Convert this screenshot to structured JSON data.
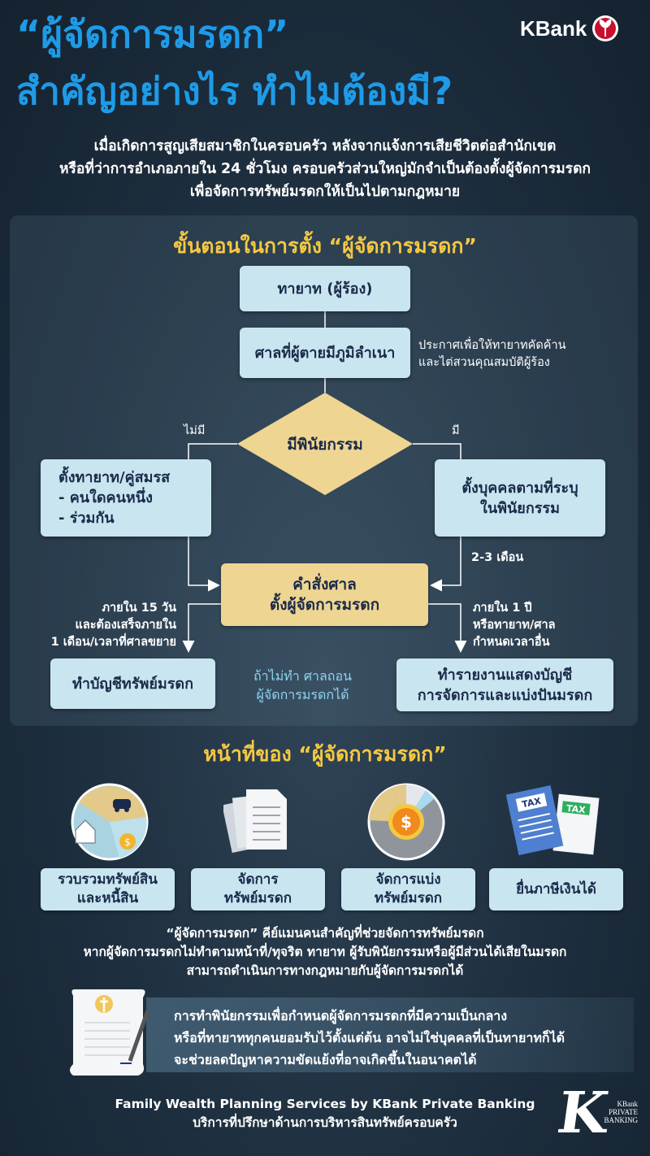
{
  "header": {
    "title_line1": "“ผู้จัดการมรดก”",
    "title_line2": "สำคัญอย่างไร ทำไมต้องมี?",
    "logo": "KBank",
    "accent": "#1e9be8"
  },
  "intro": [
    "เมื่อเกิดการสูญเสียสมาชิกในครอบครัว หลังจากแจ้งการเสียชีวิตต่อสำนักเขต",
    "หรือที่ว่าการอำเภอภายใน 24 ชั่วโมง ครอบครัวส่วนใหญ่มักจำเป็นต้องตั้งผู้จัดการมรดก",
    "เพื่อจัดการทรัพย์มรดกให้เป็นไปตามกฎหมาย"
  ],
  "process": {
    "heading": "ขั้นตอนในการตั้ง “ผู้จัดการมรดก”",
    "step1": "ทายาท (ผู้ร้อง)",
    "step2": "ศาลที่ผู้ตายมีภูมิลำเนา",
    "step2_note": [
      "ประกาศเพื่อให้ทายาทคัดค้าน",
      "และไต่สวนคุณสมบัติผู้ร้อง"
    ],
    "decision": "มีพินัยกรรม",
    "no_label": "ไม่มี",
    "yes_label": "มี",
    "left_box": {
      "title": "ตั้งทายาท/คู่สมรส",
      "items": [
        "- คนใดคนหนึ่ง",
        "- ร่วมกัน"
      ]
    },
    "right_box": [
      "ตั้งบุคคลตามที่ระบุ",
      "ในพินัยกรรม"
    ],
    "duration": "2-3 เดือน",
    "court_order": [
      "คำสั่งศาล",
      "ตั้งผู้จัดการมรดก"
    ],
    "left_note": [
      "ภายใน 15 วัน",
      "และต้องเสร็จภายใน",
      "1 เดือน/เวลาที่ศาลขยาย"
    ],
    "right_note": [
      "ภายใน 1 ปี",
      "หรือทายาท/ศาล",
      "กำหนดเวลาอื่น"
    ],
    "inventory": "ทำบัญชีทรัพย์มรดก",
    "warning": [
      "ถ้าไม่ทำ ศาลถอน",
      "ผู้จัดการมรดกได้"
    ],
    "report": [
      "ทำรายงานแสดงบัญชี",
      "การจัดการและแบ่งปันมรดก"
    ]
  },
  "duties": {
    "heading": "หน้าที่ของ “ผู้จัดการมรดก”",
    "items": [
      {
        "icon": "assets-pie-icon",
        "lines": [
          "รวบรวมทรัพย์สิน",
          "และหนี้สิน"
        ]
      },
      {
        "icon": "documents-icon",
        "lines": [
          "จัดการ",
          "ทรัพย์มรดก"
        ]
      },
      {
        "icon": "coin-pie-icon",
        "lines": [
          "จัดการแบ่ง",
          "ทรัพย์มรดก"
        ]
      },
      {
        "icon": "tax-forms-icon",
        "lines": [
          "ยื่นภาษีเงินได้"
        ]
      }
    ],
    "tax_label": "TAX"
  },
  "summary": [
    "“ผู้จัดการมรดก” คีย์แมนคนสำคัญที่ช่วยจัดการทรัพย์มรดก",
    "หากผู้จัดการมรดกไม่ทำตามหน้าที่/ทุจริต ทายาท ผู้รับพินัยกรรมหรือผู้มีส่วนได้เสียในมรดก",
    "สามารถดำเนินการทางกฎหมายกับผู้จัดการมรดกได้"
  ],
  "will_tip": [
    "การทำพินัยกรรมเพื่อกำหนดผู้จัดการมรดกที่มีความเป็นกลาง",
    "หรือที่ทายาททุกคนยอมรับไว้ตั้งแต่ต้น อาจไม่ใช่บุคคลที่เป็นทายาทก็ได้",
    "จะช่วยลดปัญหาความขัดแย้งที่อาจเกิดขึ้นในอนาคตได้"
  ],
  "footer": {
    "line1": "Family Wealth Planning Services by KBank Private Banking",
    "line2": "บริการที่ปรึกษาด้านการบริหารสินทรัพย์ครอบครัว",
    "logo": "KBank PRIVATE BANKING"
  },
  "colors": {
    "heading_yellow": "#f5c842",
    "box_light": "#c9e6f0",
    "box_gold": "#efd592",
    "warning": "#8fd4ef"
  }
}
